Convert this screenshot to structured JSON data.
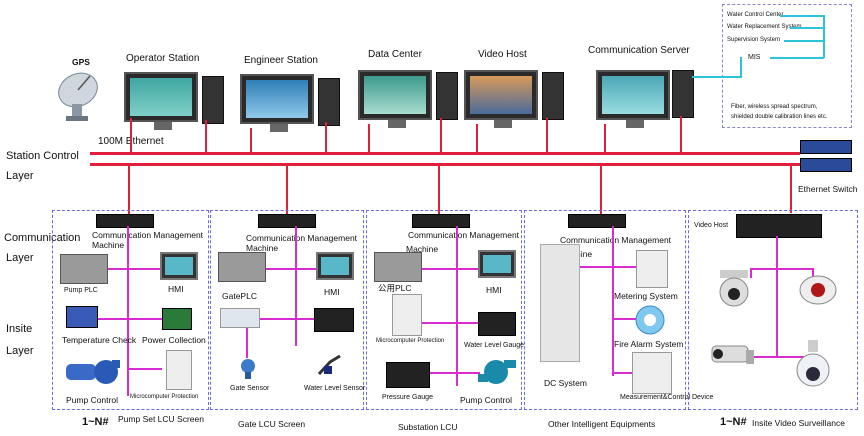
{
  "gps": "GPS",
  "stations": {
    "operator": "Operator Station",
    "engineer": "Engineer Station",
    "data_center": "Data Center",
    "video_host": "Video Host",
    "comm_server": "Communication Server"
  },
  "mis": {
    "water_control": "Water Control Center",
    "water_replacement": "Water Replacement System",
    "supervision": "Supervision System",
    "mis": "MIS",
    "fiber_note_1": "Fiber, wireless spread spectrum,",
    "fiber_note_2": "shielded double calibration lines etc."
  },
  "network": {
    "ethernet": "100M Ethernet",
    "switch": "Ethernet Switch"
  },
  "layers": {
    "station_control_1": "Station Control",
    "station_control_2": "Layer",
    "communication_1": "Communication",
    "communication_2": "Layer",
    "insite_1": "Insite",
    "insite_2": "Layer"
  },
  "pump": {
    "cmm_1": "Communication Management",
    "cmm_2": "Machine",
    "plc": "Pump PLC",
    "hmi": "HMI",
    "temp": "Temperature Check",
    "power": "Power Collection",
    "pump_control": "Pump Control",
    "micro": "Microcomputer Protection",
    "count": "1~N#",
    "caption": "Pump Set LCU Screen"
  },
  "gate": {
    "cmm_1": "Communication Management",
    "cmm_2": "Machine",
    "plc": "GatePLC",
    "hmi": "HMI",
    "gate_sensor": "Gate Sensor",
    "water_level": "Water Level Sensor",
    "caption": "Gate LCU Screen"
  },
  "substation": {
    "cmm_1": "Communication Management",
    "cmm_2": "Machine",
    "plc": "公用PLC",
    "hmi": "HMI",
    "micro": "Microcomputer Protection",
    "gauge": "Water Level Gauge",
    "pressure": "Pressure Gauge",
    "pump_control": "Pump Control",
    "caption": "Substation LCU"
  },
  "other": {
    "cmm_1": "Communication Management",
    "cmm_2": "Machine",
    "metering": "Metering System",
    "fire": "Fire Alarm System",
    "dc": "DC System",
    "measure": "Measurement&Control Device",
    "caption": "Other Intelligent Equipments"
  },
  "video": {
    "host": "Video Host",
    "count": "1~N#",
    "caption": "Insite Video Surveillance"
  },
  "colors": {
    "bus": "#e0203a",
    "field_link": "#d82bd0",
    "mis_link": "#2ec4d8",
    "box_border": "#6a6ad8"
  }
}
